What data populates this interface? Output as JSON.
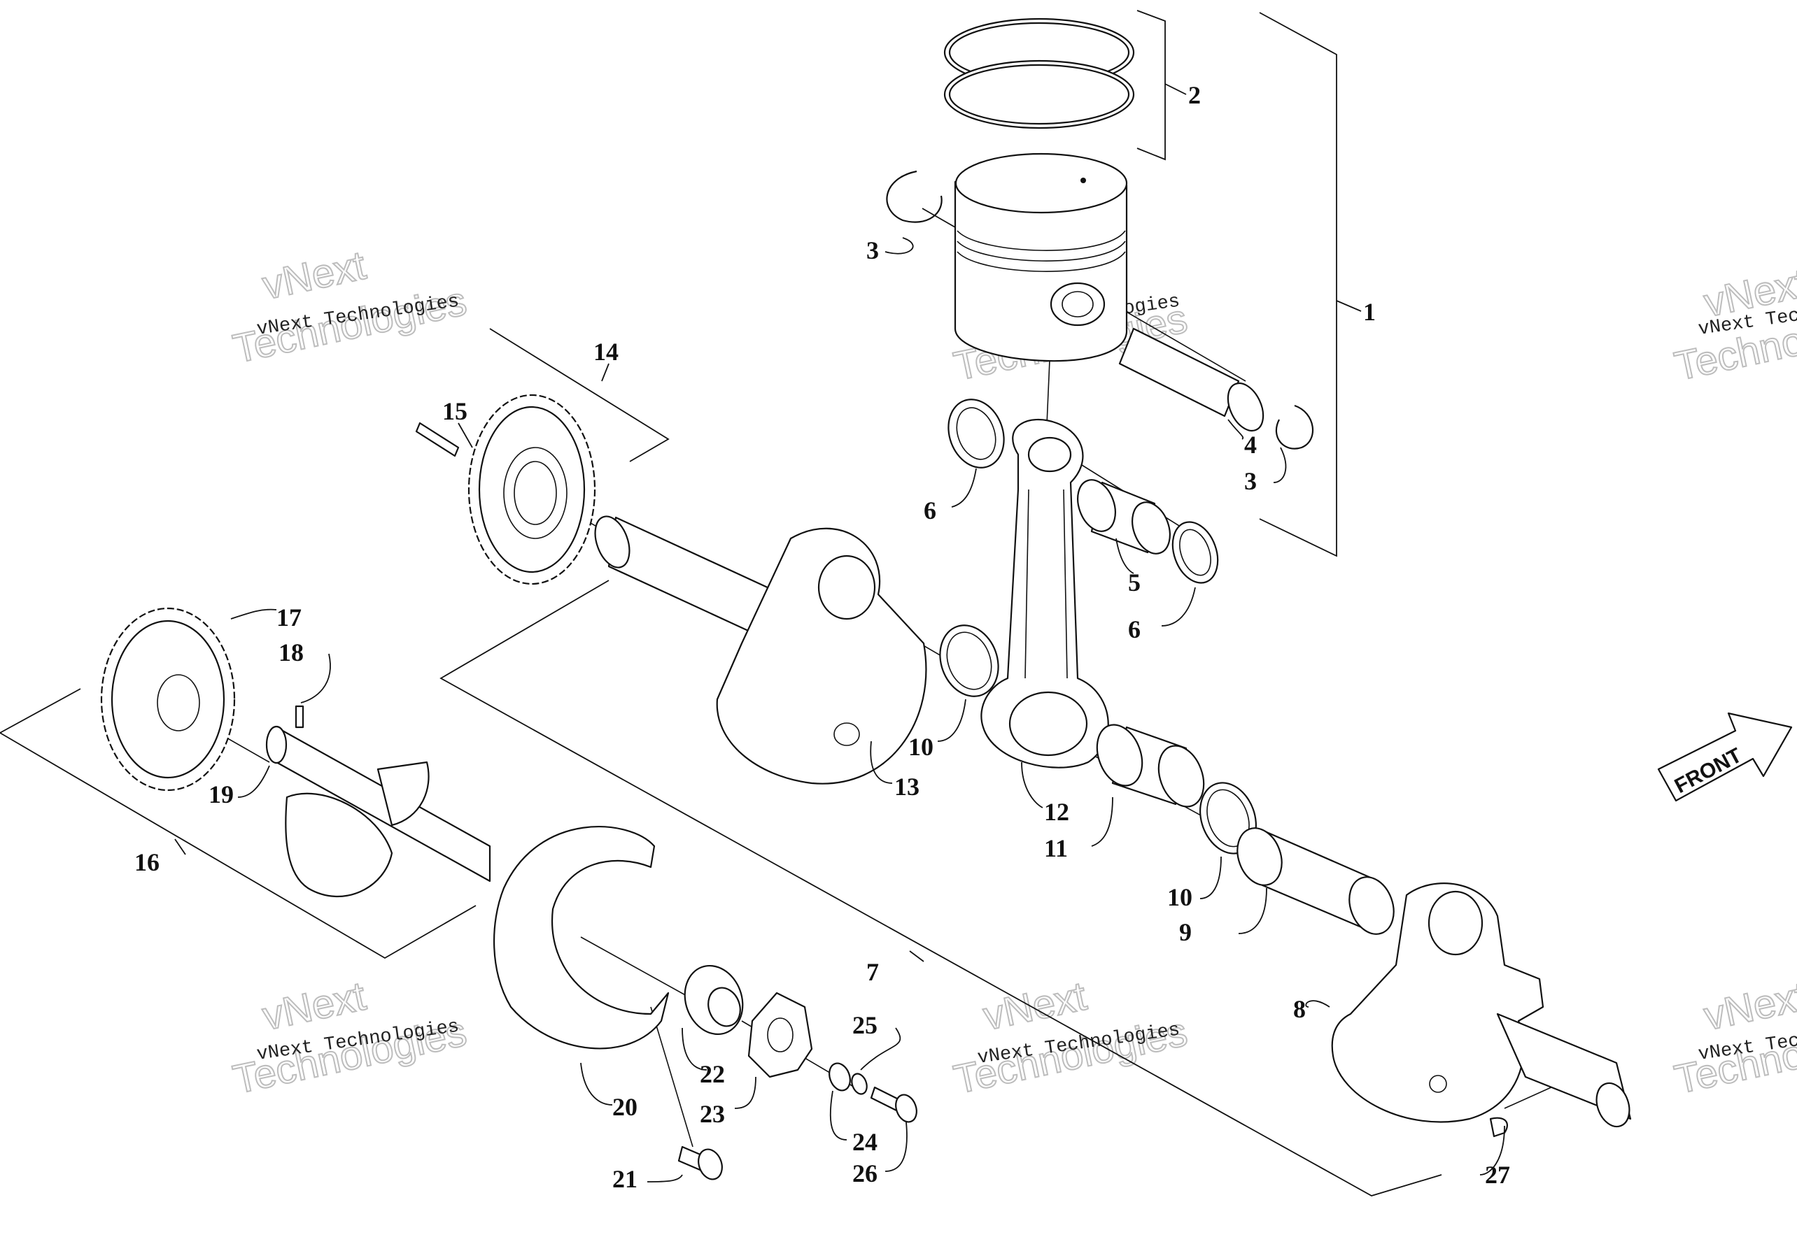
{
  "callouts": {
    "c1": "1",
    "c2": "2",
    "c3a": "3",
    "c3b": "3",
    "c4": "4",
    "c5": "5",
    "c6a": "6",
    "c6b": "6",
    "c7": "7",
    "c8": "8",
    "c9": "9",
    "c10a": "10",
    "c10b": "10",
    "c11": "11",
    "c12": "12",
    "c13": "13",
    "c14": "14",
    "c15": "15",
    "c16": "16",
    "c17": "17",
    "c18": "18",
    "c19": "19",
    "c20": "20",
    "c21": "21",
    "c22": "22",
    "c23": "23",
    "c24": "24",
    "c25": "25",
    "c26": "26",
    "c27": "27"
  },
  "watermark": {
    "brand_line": "vNext Technologies",
    "big_a": "vNext",
    "big_b": "Technologies"
  },
  "front_marker": "FRONT"
}
